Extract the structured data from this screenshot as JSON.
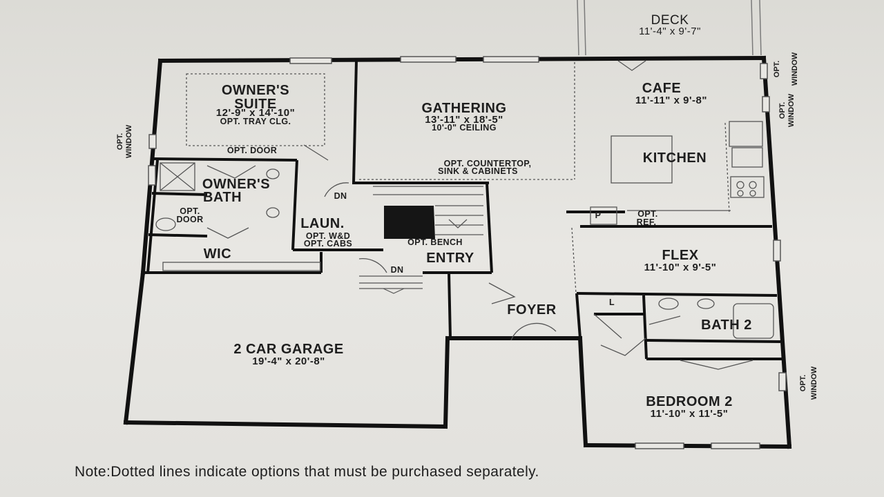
{
  "deck": {
    "name": "DECK",
    "dims": "11'-4\" x 9'-7\""
  },
  "owners_suite": {
    "line1": "OWNER'S",
    "line2": "SUITE",
    "dims": "12'-9\" x 14'-10\"",
    "option": "OPT. TRAY CLG."
  },
  "opt_door_top": "OPT. DOOR",
  "owners_bath": {
    "line1": "OWNER'S",
    "line2": "BATH"
  },
  "opt_door_bath": {
    "line1": "OPT.",
    "line2": "DOOR"
  },
  "wic": "WIC",
  "gathering": {
    "name": "GATHERING",
    "dims": "13'-11\" x 18'-5\"",
    "ceiling": "10'-0\" CEILING"
  },
  "opt_counter": {
    "line1": "OPT. COUNTERTOP,",
    "line2": "SINK & CABINETS"
  },
  "dn_upper": "DN",
  "dn_lower": "DN",
  "laundry": {
    "name": "LAUN.",
    "opt1": "OPT. W&D",
    "opt2": "OPT. CABS"
  },
  "opt_bench": "OPT. BENCH",
  "entry": "ENTRY",
  "cafe": {
    "name": "CAFE",
    "dims": "11'-11\" x 9'-8\""
  },
  "kitchen": "KITCHEN",
  "pantry": "P",
  "opt_ref": {
    "line1": "OPT.",
    "line2": "REF."
  },
  "flex": {
    "name": "FLEX",
    "dims": "11'-10\" x 9'-5\""
  },
  "foyer": "FOYER",
  "linen": "L",
  "bath2": "BATH 2",
  "garage": {
    "name": "2 CAR GARAGE",
    "dims": "19'-4\" x 20'-8\""
  },
  "bedroom2": {
    "name": "BEDROOM 2",
    "dims": "11'-10\" x 11'-5\""
  },
  "opt_window": {
    "line1": "OPT.",
    "line2": "WINDOW"
  },
  "note": "Note:Dotted lines indicate options that must be purchased separately."
}
